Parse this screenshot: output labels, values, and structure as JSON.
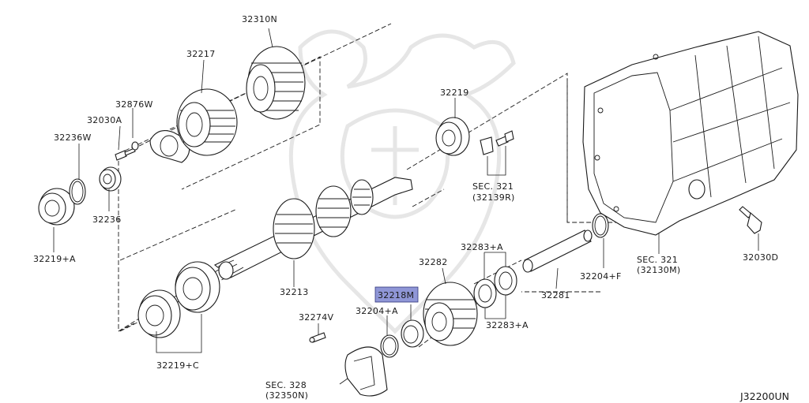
{
  "diagram_code": "J32200UN",
  "highlight_color": "#8f96d6",
  "line_color": "#1a1a1a",
  "labels": {
    "p32310N": "32310N",
    "p32217": "32217",
    "p32876W": "32876W",
    "p32030A": "32030A",
    "p32236W": "32236W",
    "p32236": "32236",
    "p32219A": "32219+A",
    "p32219": "32219",
    "sec321a_1": "SEC. 321",
    "sec321a_2": "(32139R)",
    "p32213": "32213",
    "p32219C": "32219+C",
    "p32274V": "32274V",
    "sec328_1": "SEC. 328",
    "sec328_2": "(32350N)",
    "p32218M": "32218M",
    "p32204A": "32204+A",
    "p32282": "32282",
    "p32283A_top": "32283+A",
    "p32283A_bot": "32283+A",
    "p32281": "32281",
    "p32204F": "32204+F",
    "sec321b_1": "SEC. 321",
    "sec321b_2": "(32130M)",
    "p32030D": "32030D"
  }
}
